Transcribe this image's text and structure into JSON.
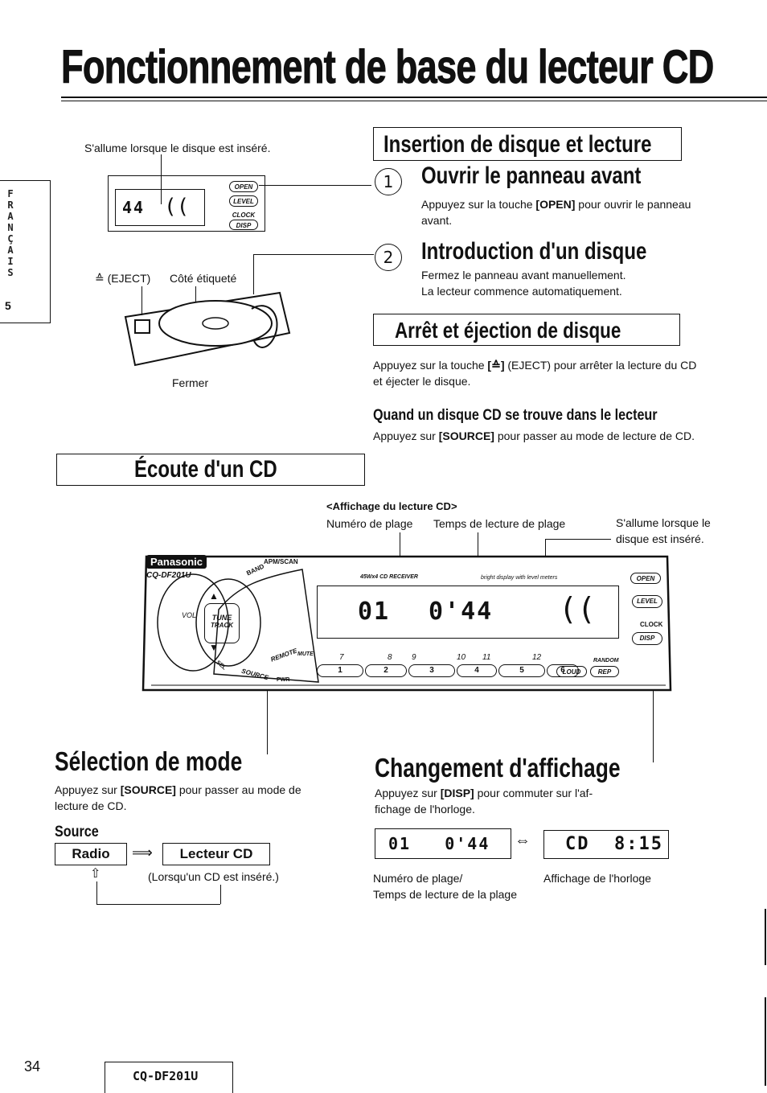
{
  "title": "Fonctionnement de base du lecteur CD",
  "side_tab": {
    "letters": [
      "F",
      "R",
      "A",
      "N",
      "Ç",
      "A",
      "I",
      "S"
    ],
    "number": "5"
  },
  "top_left": {
    "caption_lights": "S'allume lorsque le disque est inséré.",
    "lcd_digits": "44",
    "btn_open": "OPEN",
    "btn_level": "LEVEL",
    "btn_clock": "CLOCK",
    "btn_disp": "DISP",
    "label_eject": "≙ (EJECT)",
    "label_side": "Côté étiqueté",
    "label_close": "Fermer"
  },
  "insertion": {
    "heading": "Insertion de disque et lecture",
    "step1_num": "1",
    "step1_title": "Ouvrir le panneau avant",
    "step1_text_a": "Appuyez sur la touche ",
    "step1_key": "[OPEN]",
    "step1_text_b": " pour ouvrir le panneau",
    "step1_text_c": "avant.",
    "step2_num": "2",
    "step2_title": "Introduction d'un disque",
    "step2_line1": "Fermez le panneau avant manuellement.",
    "step2_line2": "La lecteur commence automatiquement."
  },
  "eject": {
    "heading": "Arrêt et éjection de disque",
    "text_a": "Appuyez sur la touche ",
    "key": "[≙]",
    "text_b": " (EJECT) pour arrêter la lecture du CD",
    "text_c": "et éjecter le disque.",
    "sub_heading": "Quand un disque CD se trouve dans le lecteur",
    "sub_text_a": "Appuyez sur ",
    "sub_key": "[SOURCE]",
    "sub_text_b": " pour passer au mode de lecture de CD."
  },
  "ecoute": {
    "heading": "Écoute d'un CD"
  },
  "affichage": {
    "label": "<Affichage du lecture CD>",
    "track_number": "Numéro de plage",
    "track_time": "Temps de lecture de plage",
    "lights_line1": "S'allume lorsque le",
    "lights_line2": "disque est inséré."
  },
  "unit": {
    "brand": "Panasonic",
    "model": "CQ-DF201U",
    "band": "BAND",
    "apm": "APM/SCAN",
    "receiver": "45Wx4 CD RECEIVER",
    "bright": "bright display with level meters",
    "open": "OPEN",
    "level": "LEVEL",
    "clock": "CLOCK",
    "disp": "DISP",
    "vol": "VOL",
    "tune": "TUNE",
    "track": "TRACK",
    "remote": "REMOTE",
    "sel": "SEL",
    "source": "SOURCE",
    "pwr": "PWR",
    "mute": "MUTE",
    "random": "RANDOM",
    "loud": "LOUD",
    "rep": "REP",
    "lcd_track": "01",
    "lcd_time": "0'44",
    "presets_top": [
      "7",
      "8",
      "9",
      "10",
      "11",
      "12"
    ],
    "presets_bottom": [
      "1",
      "2",
      "3",
      "4",
      "5",
      "6"
    ]
  },
  "selection": {
    "heading": "Sélection de mode",
    "text_a": "Appuyez sur ",
    "key": "[SOURCE]",
    "text_b": " pour passer au mode de",
    "text_c": "lecture de CD.",
    "source_label": "Source",
    "flow_radio": "Radio",
    "flow_cd": "Lecteur CD",
    "flow_note": "(Lorsqu'un CD est inséré.)"
  },
  "changement": {
    "heading": "Changement d'affichage",
    "text_a": "Appuyez sur ",
    "key": "[DISP]",
    "text_b": " pour commuter sur l'af-",
    "text_c": "fichage de l'horloge.",
    "lcd_a": "01   0'44",
    "lcd_b": "CD  8:15",
    "cap_a1": "Numéro de plage/",
    "cap_a2": "Temps de lecture de la plage",
    "cap_b": "Affichage de l'horloge"
  },
  "footer": {
    "page": "34",
    "model": "CQ-DF201U"
  }
}
